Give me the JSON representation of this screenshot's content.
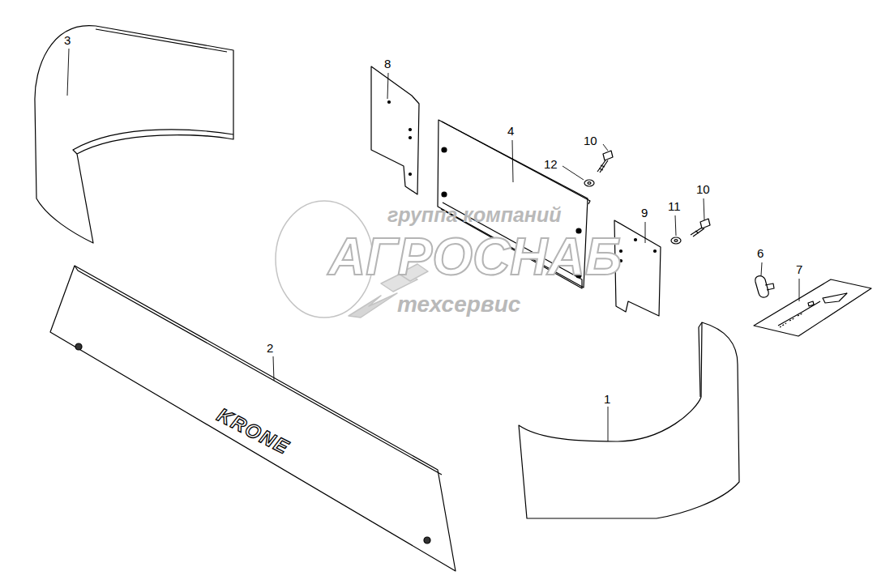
{
  "diagram": {
    "labels": [
      "3",
      "8",
      "4",
      "10",
      "12",
      "группа компаний",
      "9",
      "11",
      "10",
      "АГРОСНАБ",
      "6",
      "7",
      "техсервис",
      "2",
      "KRONE",
      "1"
    ]
  }
}
